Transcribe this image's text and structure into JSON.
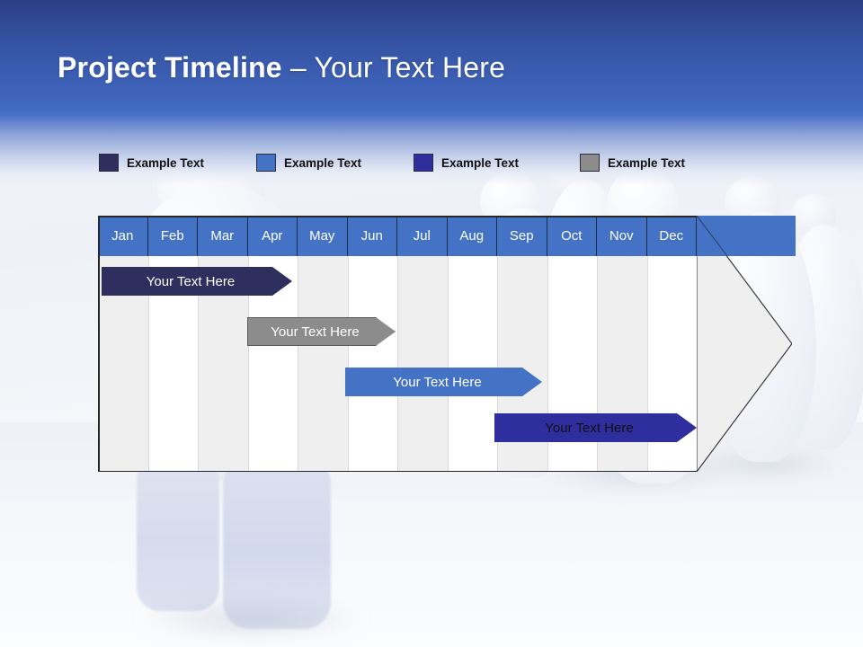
{
  "slide": {
    "title_bold": "Project Timeline",
    "title_sep": " – ",
    "title_light": "Your Text Here",
    "background": "3d-white-figures-crowd"
  },
  "legend": {
    "items": [
      {
        "label": "Example Text",
        "color": "#2e2e5f",
        "name": "legend-swatch-navy"
      },
      {
        "label": "Example Text",
        "color": "#4472c4",
        "name": "legend-swatch-blue"
      },
      {
        "label": "Example Text",
        "color": "#2e2e9e",
        "name": "legend-swatch-indigo"
      },
      {
        "label": "Example Text",
        "color": "#8c8c8c",
        "name": "legend-swatch-gray"
      }
    ]
  },
  "chart_data": {
    "type": "bar",
    "title": "Project Timeline – Your Text Here",
    "xlabel": "",
    "ylabel": "",
    "orientation": "horizontal-gantt",
    "categories": [
      "Jan",
      "Feb",
      "Mar",
      "Apr",
      "May",
      "Jun",
      "Jul",
      "Aug",
      "Sep",
      "Oct",
      "Nov",
      "Dec"
    ],
    "grid": true,
    "legend_position": "top",
    "header_color": "#4472c4",
    "stripe_colors": [
      "#efefef",
      "#ffffff"
    ],
    "series": [
      {
        "name": "Your  Text Here",
        "label": "Your  Text Here",
        "color": "#2e2e5f",
        "text_color": "#ffffff",
        "start_month": "Jan",
        "end_month": "Apr",
        "start_index": 0,
        "end_index": 4
      },
      {
        "name": "Your  Text Here",
        "label": "Your  Text Here",
        "color": "#8c8c8c",
        "text_color": "#ffffff",
        "start_month": "Apr",
        "end_month": "Jun",
        "start_index": 3,
        "end_index": 6
      },
      {
        "name": "Your  Text Here",
        "label": "Your  Text Here",
        "color": "#4472c4",
        "text_color": "#ffffff",
        "start_month": "Jun",
        "end_month": "Sep",
        "start_index": 5,
        "end_index": 9
      },
      {
        "name": "Your  Text Here",
        "label": "Your  Text Here",
        "color": "#2e2e9e",
        "text_color": "#111111",
        "start_month": "Sep",
        "end_month": "Dec",
        "start_index": 8,
        "end_index": 12
      }
    ]
  },
  "months": {
    "m0": "Jan",
    "m1": "Feb",
    "m2": "Mar",
    "m3": "Apr",
    "m4": "May",
    "m5": "Jun",
    "m6": "Jul",
    "m7": "Aug",
    "m8": "Sep",
    "m9": "Oct",
    "m10": "Nov",
    "m11": "Dec"
  },
  "bars": {
    "b0": "Your  Text Here",
    "b1": "Your  Text Here",
    "b2": "Your  Text Here",
    "b3": "Your  Text Here"
  }
}
